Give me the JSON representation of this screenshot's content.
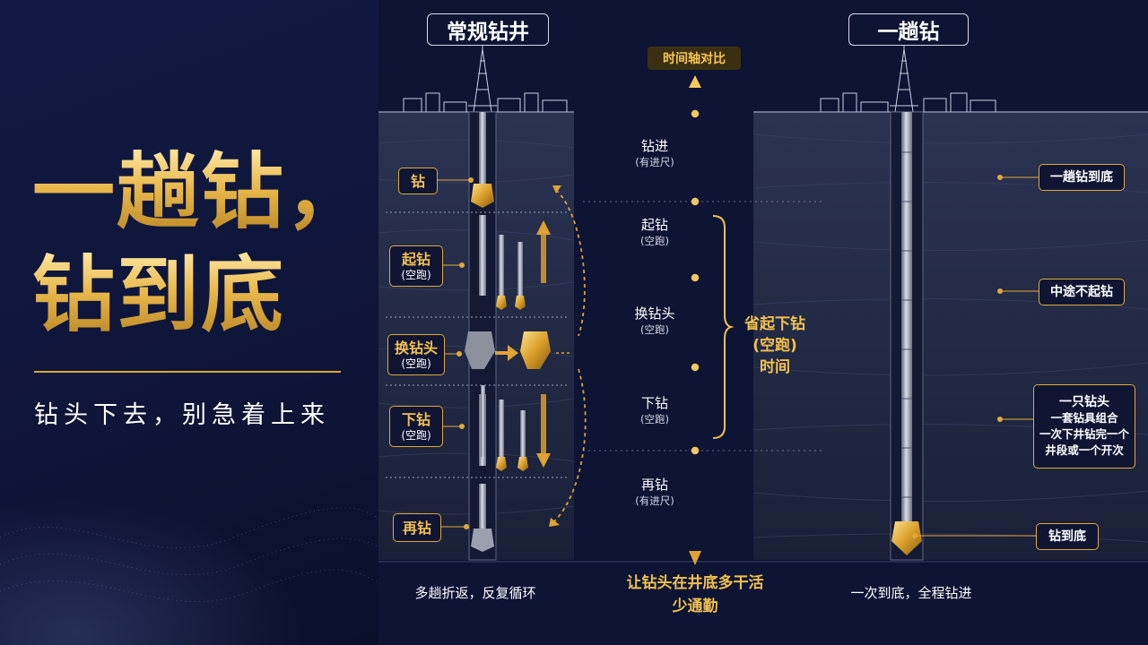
{
  "hero": {
    "title_line1": "一趟钻，",
    "title_line2": "钻到底",
    "subtitle": "钻头下去，别急着上来"
  },
  "left_diagram": {
    "title": "常规钻井",
    "stages": [
      {
        "label": "钻",
        "sub": ""
      },
      {
        "label": "起钻",
        "sub": "(空跑)"
      },
      {
        "label": "换钻头",
        "sub": "(空跑)"
      },
      {
        "label": "下钻",
        "sub": "(空跑)"
      },
      {
        "label": "再钻",
        "sub": ""
      }
    ],
    "footer": "多趟折返，反复循环"
  },
  "timeline": {
    "label": "时间轴对比",
    "stages": [
      {
        "main": "钻进",
        "sub": "(有进尺)"
      },
      {
        "main": "起钻",
        "sub": "(空跑)"
      },
      {
        "main": "换钻头",
        "sub": "(空跑)"
      },
      {
        "main": "下钻",
        "sub": "(空跑)"
      },
      {
        "main": "再钻",
        "sub": "(有进尺)"
      }
    ],
    "summary_line1": "省起下钻",
    "summary_line2": "(空跑)",
    "summary_line3": "时间",
    "footer_line1": "让钻头在井底多干活",
    "footer_line2": "少通勤"
  },
  "right_diagram": {
    "title": "一趟钻",
    "labels": {
      "one_trip": "一趟钻到底",
      "no_trip": "中途不起钻",
      "combo_line1": "一只钻头",
      "combo_line2": "一套钻具组合",
      "combo_line3": "一次下井钻完一个",
      "combo_line4": "井段或一个开次",
      "bottom": "钻到底"
    },
    "footer": "一次到底，全程钻进"
  },
  "colors": {
    "gold": "#e0aa3a",
    "navy": "#0d1434",
    "text": "#ffffff"
  }
}
